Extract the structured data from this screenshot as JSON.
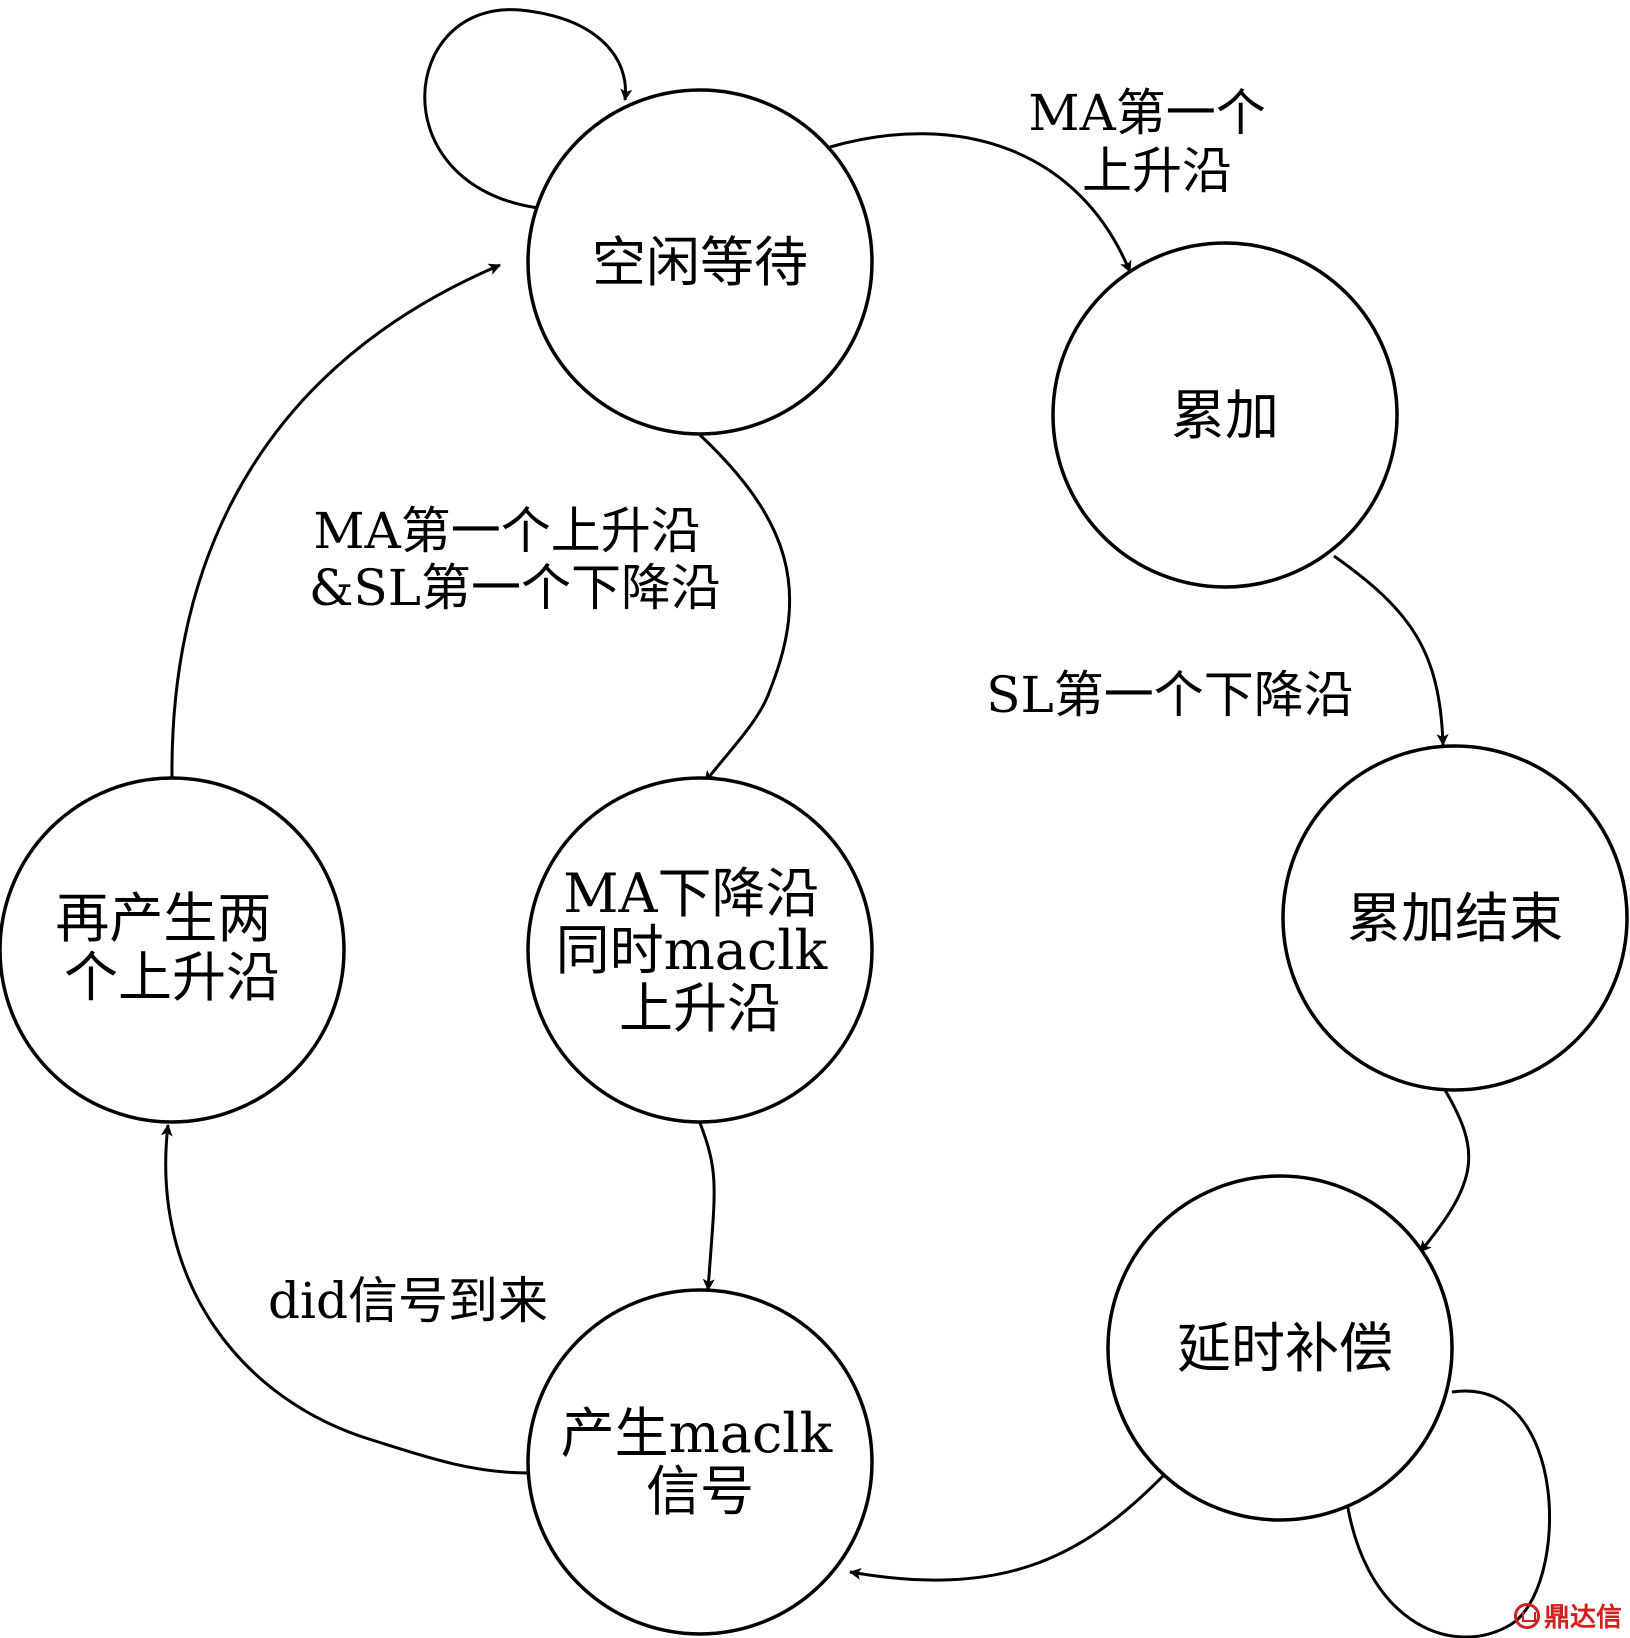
{
  "states": {
    "idle": [
      "空闲等待"
    ],
    "accumulate": [
      "累加"
    ],
    "accumulate_end": [
      "累加结束"
    ],
    "delay_comp": [
      "延时补偿"
    ],
    "gen_maclk": [
      "产生maclk",
      "信号"
    ],
    "ma_falling": [
      "MA下降沿",
      "同时maclk",
      "上升沿"
    ],
    "two_rising": [
      "再产生两",
      "个上升沿"
    ]
  },
  "transitions": {
    "idle_to_accumulate": [
      "MA第一个",
      "上升沿"
    ],
    "accumulate_to_end": [
      "SL第一个下降沿"
    ],
    "idle_to_ma_falling": [
      "MA第一个上升沿",
      "&SL第一个下降沿"
    ],
    "gen_to_two_rising": [
      "did信号到来"
    ]
  },
  "watermark": "鼎达信",
  "colors": {
    "stroke": "#000000",
    "watermark": "#d21e1e"
  }
}
